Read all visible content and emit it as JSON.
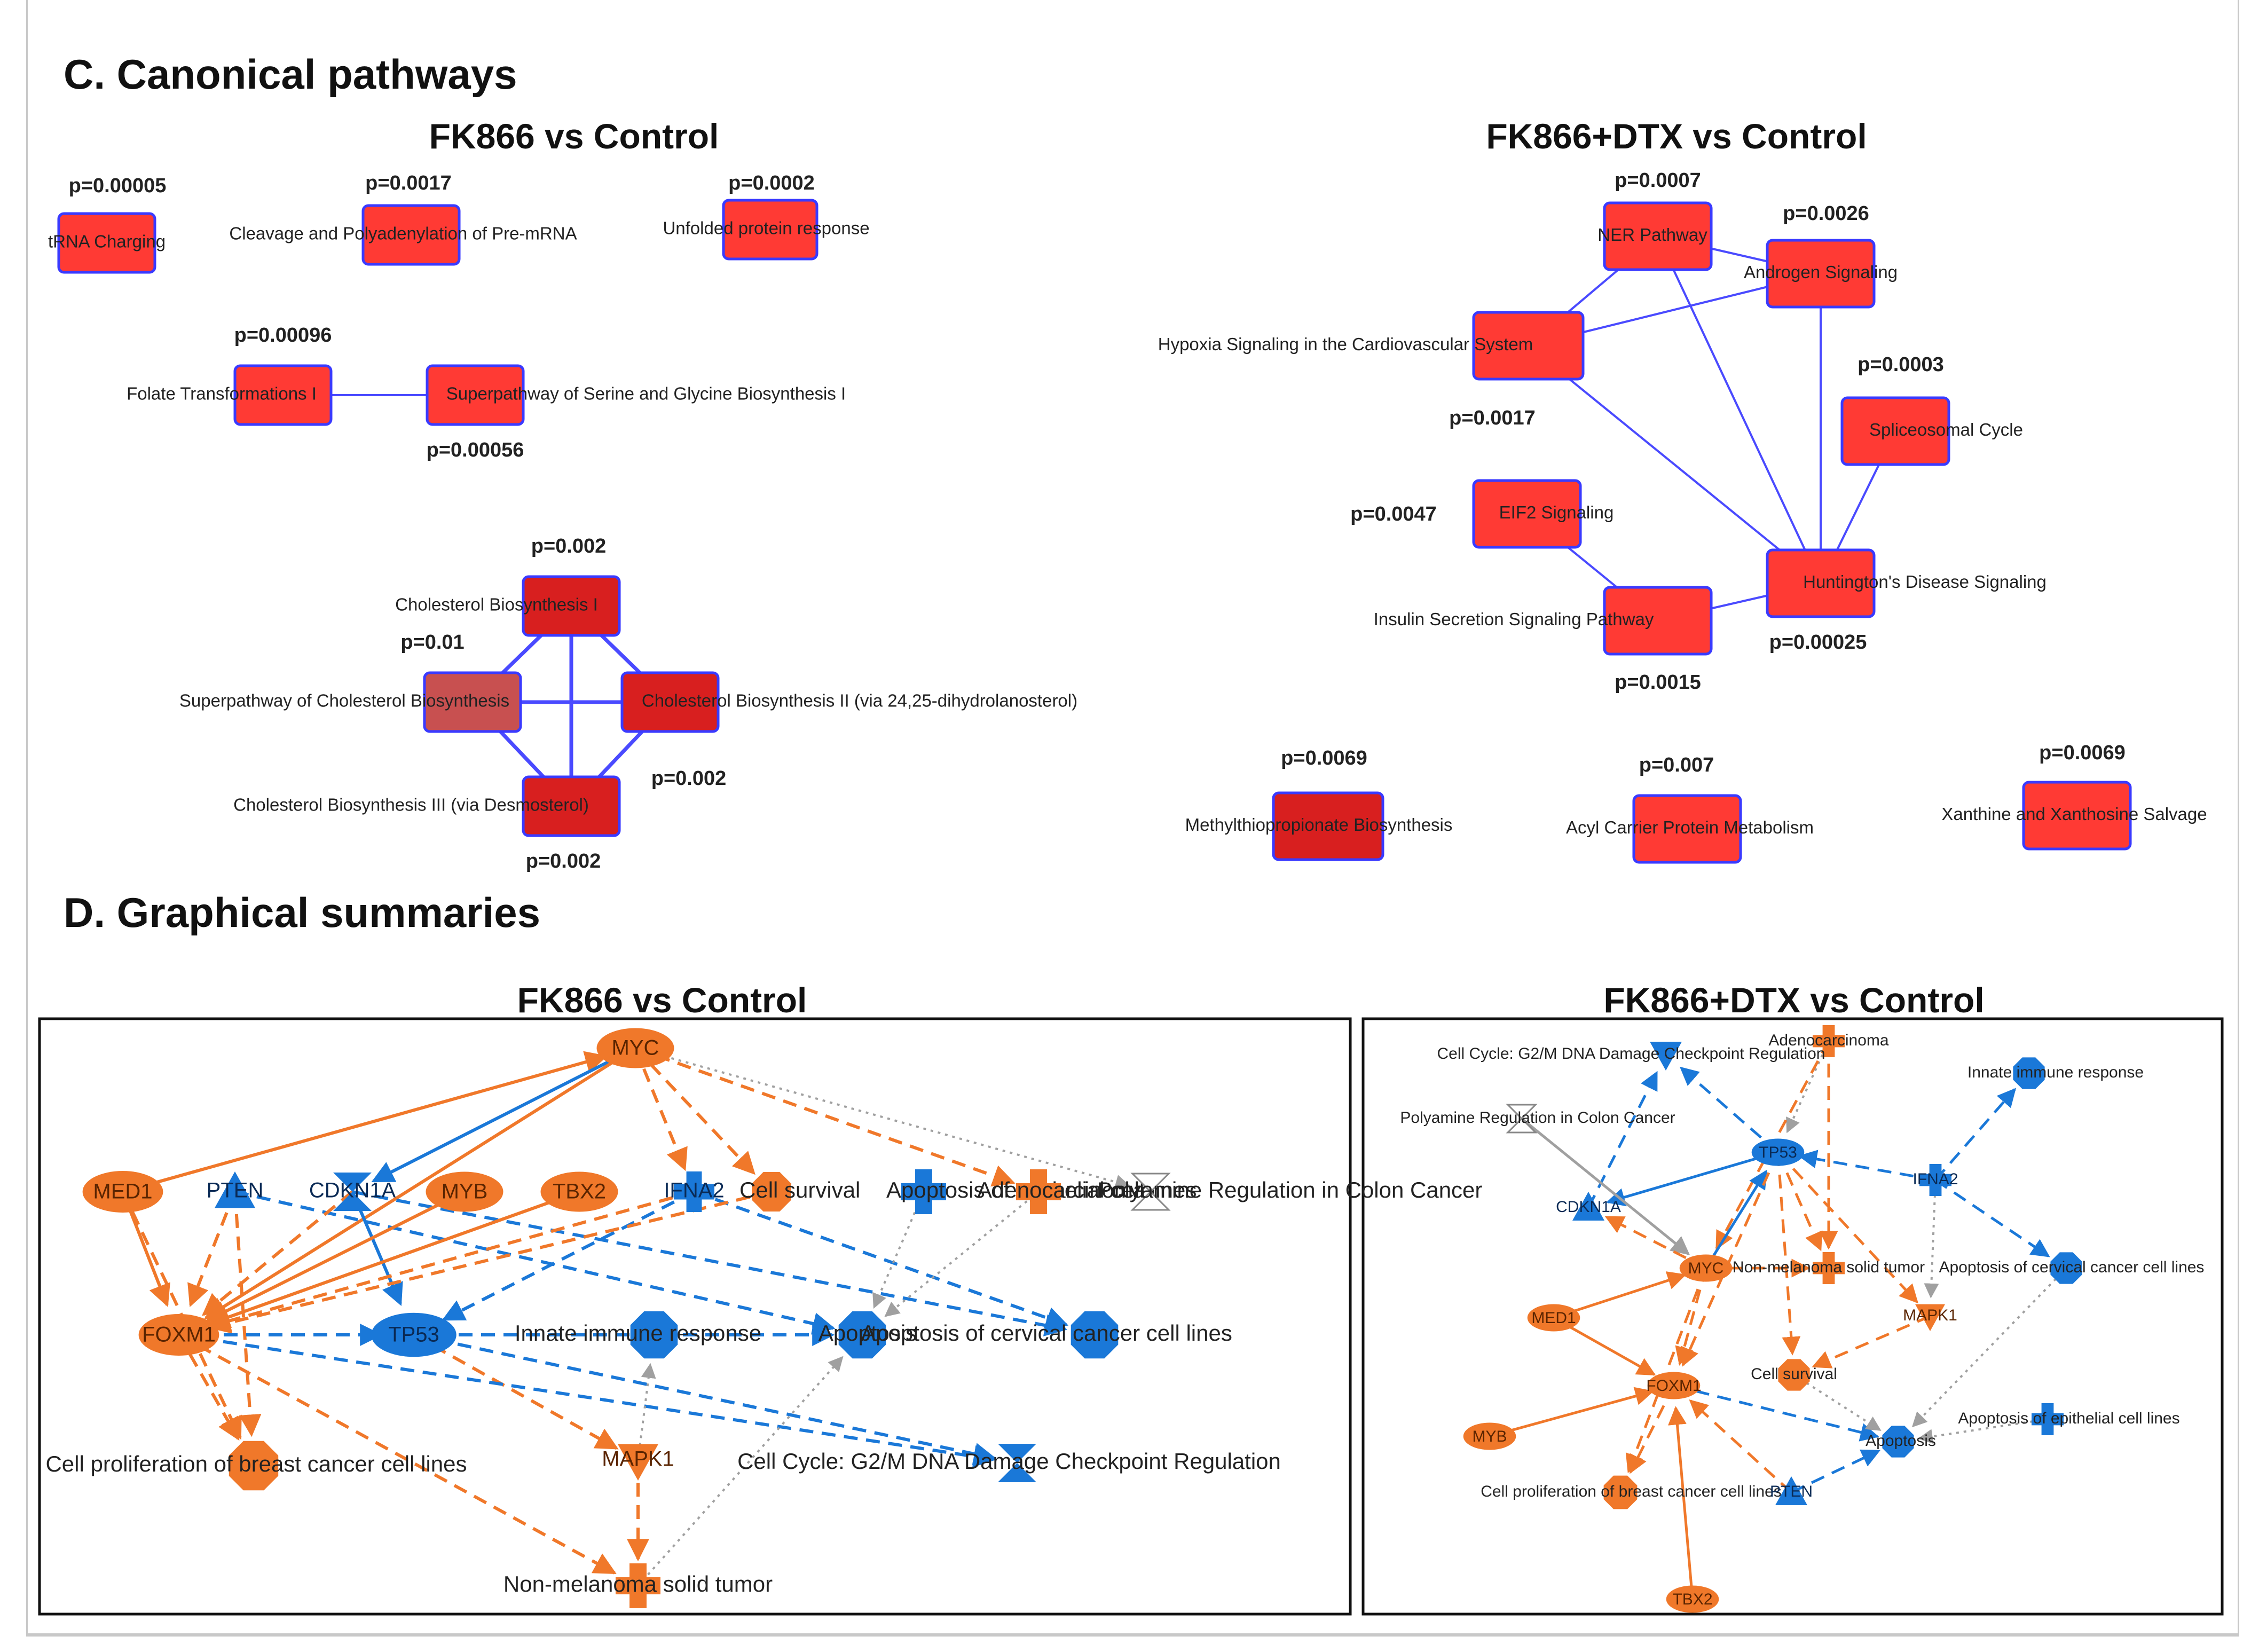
{
  "section_c": {
    "title": "C. Canonical pathways",
    "left_panel_title": "FK866 vs Control",
    "right_panel_title": "FK866+DTX vs Control"
  },
  "section_d": {
    "title": "D. Graphical summaries",
    "left_panel_title": "FK866 vs Control",
    "right_panel_title": "FK866+DTX vs Control"
  },
  "colors": {
    "node_red": "#ff3a34",
    "node_dark_red": "#d81f1f",
    "node_mid_red": "#c85050",
    "node_border": "#3a3aff",
    "edge_blue": "#4a4aff",
    "activated_orange": "#f0782a",
    "inhibited_blue": "#1a78d8",
    "neutral_gray": "#a0a0a0"
  },
  "canonical_left": [
    {
      "label": "tRNA Charging",
      "p": "p=0.00005"
    },
    {
      "label": "Cleavage and Polyadenylation of Pre-mRNA",
      "p": "p=0.0017"
    },
    {
      "label": "Unfolded protein response",
      "p": "p=0.0002"
    },
    {
      "label": "Folate Transformations I",
      "p": "p=0.00096"
    },
    {
      "label": "Superpathway of Serine and Glycine Biosynthesis I",
      "p": "p=0.00056"
    },
    {
      "label": "Cholesterol Biosynthesis I",
      "p": "p=0.002"
    },
    {
      "label": "Superpathway of Cholesterol Biosynthesis",
      "p": "p=0.01"
    },
    {
      "label": "Cholesterol Biosynthesis II (via 24,25-dihydrolanosterol)",
      "p": "p=0.002"
    },
    {
      "label": "Cholesterol Biosynthesis III (via Desmosterol)",
      "p": "p=0.002"
    }
  ],
  "canonical_right": [
    {
      "label": "NER Pathway",
      "p": "p=0.0007"
    },
    {
      "label": "Androgen Signaling",
      "p": "p=0.0026"
    },
    {
      "label": "Hypoxia Signaling in the Cardiovascular System",
      "p": "p=0.0017"
    },
    {
      "label": "Spliceosomal Cycle",
      "p": "p=0.0003"
    },
    {
      "label": "EIF2 Signaling",
      "p": "p=0.0047"
    },
    {
      "label": "Huntington's Disease Signaling",
      "p": "p=0.00025"
    },
    {
      "label": "Insulin Secretion Signaling Pathway",
      "p": "p=0.0015"
    },
    {
      "label": "Methylthiopropionate Biosynthesis",
      "p": "p=0.0069"
    },
    {
      "label": "Acyl Carrier Protein Metabolism",
      "p": "p=0.007"
    },
    {
      "label": "Xanthine and Xanthosine Salvage",
      "p": "p=0.0069"
    }
  ],
  "graph_left": [
    {
      "label": "MYC"
    },
    {
      "label": "MED1"
    },
    {
      "label": "PTEN"
    },
    {
      "label": "CDKN1A"
    },
    {
      "label": "MYB"
    },
    {
      "label": "TBX2"
    },
    {
      "label": "IFNA2"
    },
    {
      "label": "Cell survival"
    },
    {
      "label": "Apoptosis of epithelial cell lines"
    },
    {
      "label": "Adenocarcinoma"
    },
    {
      "label": "Polyamine Regulation in Colon Cancer"
    },
    {
      "label": "FOXM1"
    },
    {
      "label": "TP53"
    },
    {
      "label": "Innate immune response"
    },
    {
      "label": "Apoptosis"
    },
    {
      "label": "Apoptosis of cervical cancer cell lines"
    },
    {
      "label": "Cell proliferation of breast cancer cell lines"
    },
    {
      "label": "MAPK1"
    },
    {
      "label": "Cell Cycle: G2/M DNA Damage Checkpoint Regulation"
    },
    {
      "label": "Non-melanoma solid tumor"
    }
  ],
  "graph_right": [
    {
      "label": "Adenocarcinoma"
    },
    {
      "label": "Cell Cycle: G2/M DNA Damage Checkpoint Regulation"
    },
    {
      "label": "Innate immune response"
    },
    {
      "label": "Polyamine Regulation in Colon Cancer"
    },
    {
      "label": "TP53"
    },
    {
      "label": "IFNA2"
    },
    {
      "label": "CDKN1A"
    },
    {
      "label": "MYC"
    },
    {
      "label": "Non-melanoma solid tumor"
    },
    {
      "label": "Apoptosis of cervical cancer cell lines"
    },
    {
      "label": "MED1"
    },
    {
      "label": "MAPK1"
    },
    {
      "label": "Cell survival"
    },
    {
      "label": "FOXM1"
    },
    {
      "label": "Apoptosis of epithelial cell lines"
    },
    {
      "label": "MYB"
    },
    {
      "label": "Apoptosis"
    },
    {
      "label": "Cell proliferation of breast cancer cell lines"
    },
    {
      "label": "PTEN"
    },
    {
      "label": "TBX2"
    }
  ]
}
